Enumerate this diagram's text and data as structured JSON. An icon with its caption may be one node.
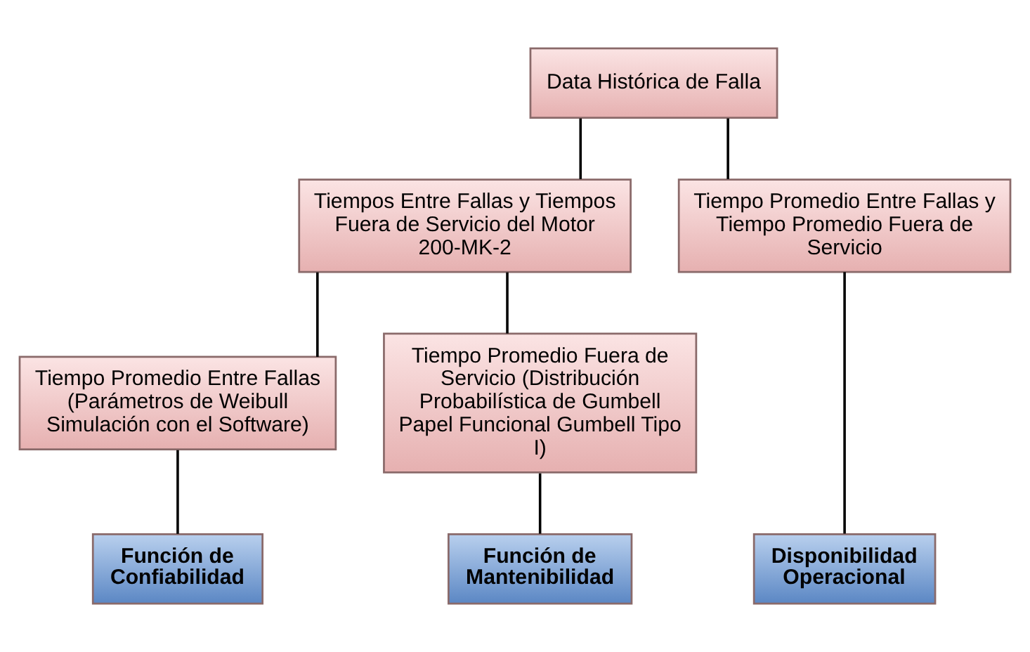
{
  "diagram": {
    "nodes": [
      {
        "text": [
          "Data Histórica de Falla"
        ]
      },
      {
        "text": [
          "Tiempos Entre Fallas y Tiempos Fuera de Servicio del Motor 200-MK-2"
        ]
      },
      {
        "text": [
          "Tiempo Promedio Entre Fallas y Tiempo Promedio Fuera de Servicio"
        ]
      },
      {
        "text": [
          "Tiempo Promedio Entre Fallas (Parámetros de Weibull Simulación con el Software)"
        ]
      },
      {
        "text": [
          "Tiempo Promedio Fuera de Servicio (Distribución Probabilística de Gumbell Papel Funcional Gumbell Tipo I)"
        ]
      },
      {
        "text": [
          "Función de Confiabilidad"
        ]
      },
      {
        "text": [
          "Función de Mantenibilidad"
        ]
      },
      {
        "text": [
          "Disponibilidad Operacional"
        ]
      }
    ],
    "edges": [
      {
        "from": 0,
        "to": 1,
        "arrow": "none"
      },
      {
        "from": 0,
        "to": 2,
        "arrow": "none"
      },
      {
        "from": 1,
        "to": 3,
        "arrow": "none"
      },
      {
        "from": 1,
        "to": 4,
        "arrow": "none"
      },
      {
        "from": 3,
        "to": 5,
        "arrow": "none"
      },
      {
        "from": 4,
        "to": 6,
        "arrow": "none"
      },
      {
        "from": 2,
        "to": 7,
        "arrow": "none"
      }
    ]
  }
}
